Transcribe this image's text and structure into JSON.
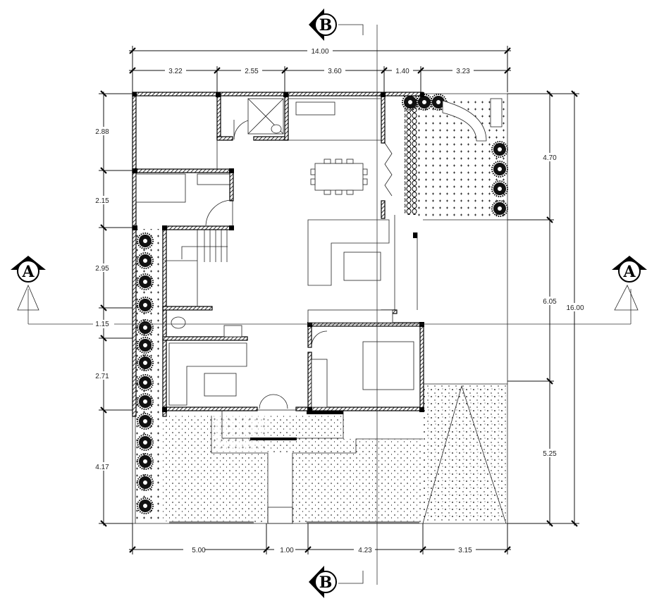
{
  "section_marks": {
    "a_left": "A",
    "a_right": "A",
    "b_top": "B",
    "b_bottom": "B"
  },
  "dimensions": {
    "top_total": "14.00",
    "top": [
      "3.22",
      "2.55",
      "3.60",
      "1.40",
      "3.23"
    ],
    "left": [
      "2.88",
      "2.15",
      "2.95",
      "1.15",
      "2.71",
      "4.17"
    ],
    "right": [
      "4.70",
      "6.05",
      "5.25"
    ],
    "right_total": "16.00",
    "bottom": [
      "5.00",
      "1.00",
      "4.23",
      "3.15"
    ]
  }
}
